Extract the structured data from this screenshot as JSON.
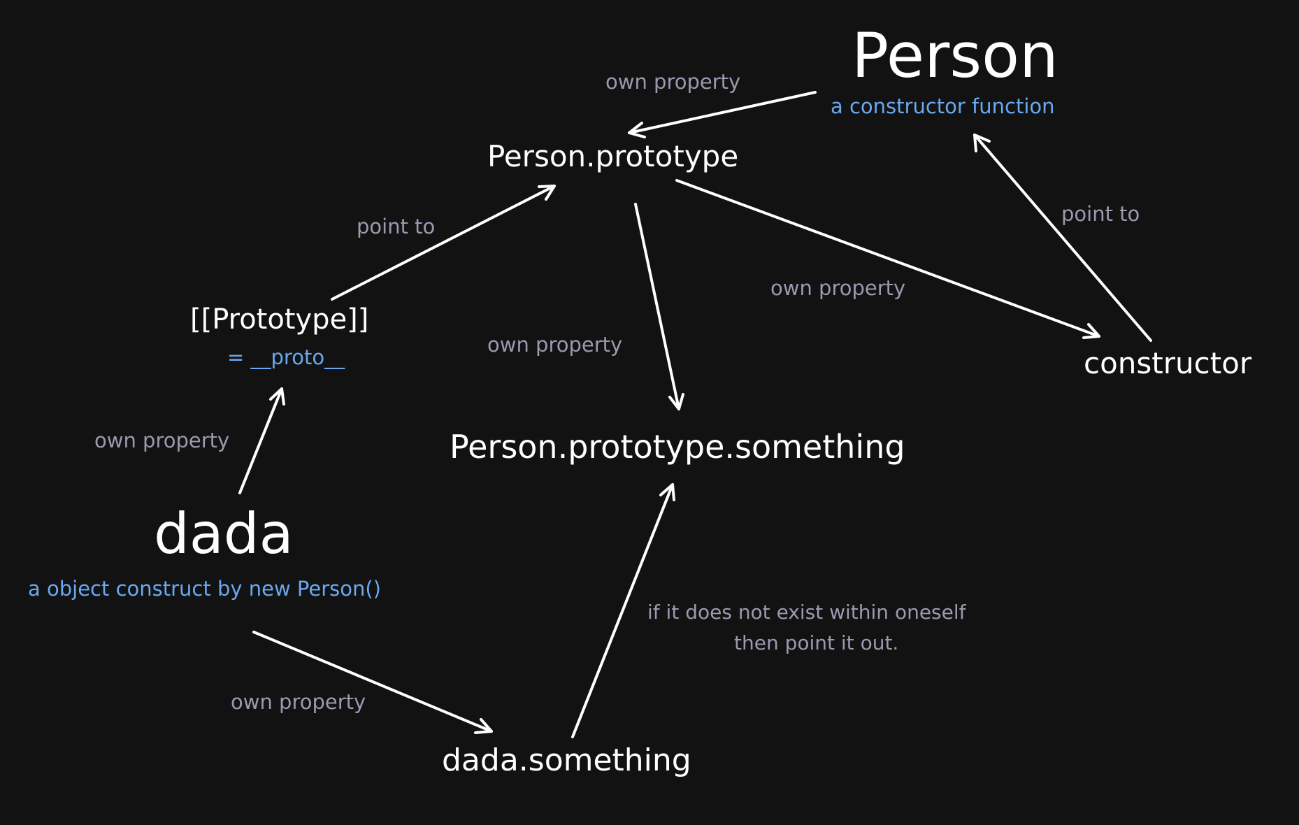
{
  "nodes": {
    "person": "Person",
    "person_sub": "a constructor function",
    "person_prototype": "Person.prototype",
    "internal_prototype": "[[Prototype]]",
    "internal_prototype_sub": "= __proto__",
    "constructor": "constructor",
    "prototype_something": "Person.prototype.something",
    "dada": "dada",
    "dada_sub": "a object construct by new Person()",
    "dada_something": "dada.something"
  },
  "edge_labels": {
    "person_to_prototype": "own property",
    "internal_to_prototype": "point to",
    "constructor_to_person": "point to",
    "prototype_to_constructor": "own property",
    "prototype_to_something": "own property",
    "dada_to_internal": "own property",
    "dada_to_something": "own property",
    "fallback_note_line1": "if it does not exist within oneself",
    "fallback_note_line2": "then point it out."
  },
  "colors": {
    "background": "#121212",
    "node_text": "#ffffff",
    "subtitle_text": "#6aa8f0",
    "edge_label_text": "#9a9ab0",
    "arrow": "#ffffff"
  }
}
